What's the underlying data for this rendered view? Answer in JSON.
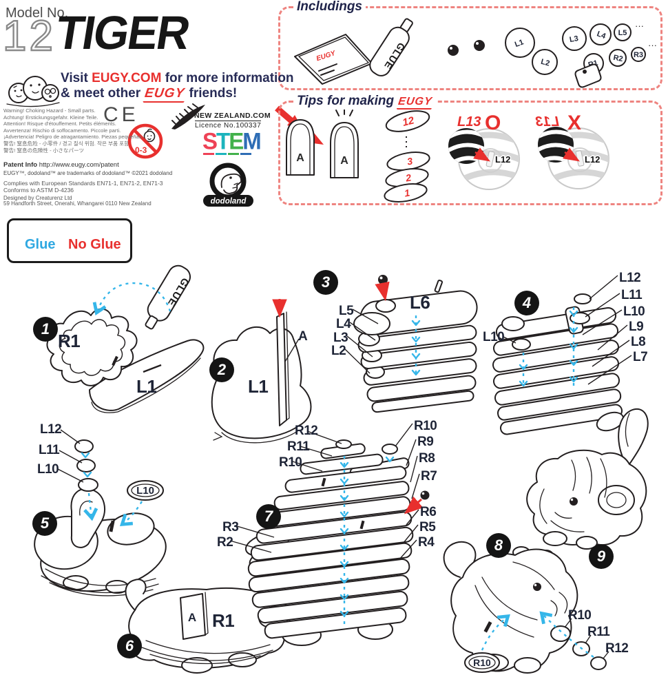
{
  "colors": {
    "red": "#e8302e",
    "blue": "#35b6e9",
    "ink": "#231f20",
    "label_ink": "#1e2436",
    "box_dash": "#ee8480"
  },
  "header": {
    "model_label": "Model No.",
    "model_no": "12",
    "title": "TIGER",
    "visit": {
      "pre": "Visit ",
      "site": "EUGY.COM",
      "post": " for more information",
      "line2_pre": "& meet other ",
      "brand": "EUGY",
      "line2_post": " friends!"
    }
  },
  "compliance": {
    "warnings": [
      "Warning! Choking Hazard - Small parts.",
      "Achtung! Erstickungsgefahr. Kleine Teile.",
      "Attention! Risque d'étouffement. Petits éléments.",
      "Avvertenza! Rischio di soffocamento. Piccole parti.",
      "¡Advertencia! Peligro de atragantamiento. Piezas pequeñas.",
      "警告! 窒息危险 - 小零件 / 경고 질식 위험. 작은 부품 포함",
      "警告! 窒息の危険性 - 小さなパーツ"
    ],
    "ce": "CE",
    "age": "0-3",
    "nz_line1": "NEW ZEALAND.COM",
    "nz_line2": "Licence No.100337",
    "stem": [
      "S",
      "T",
      "E",
      "M"
    ],
    "dodoland": "dodoland",
    "patent_label": "Patent Info ",
    "patent_url": "http://www.eugy.com/patent",
    "trademark": "EUGY™, dodoland™ are trademarks of dodoland™ ©2021 dodoland",
    "standards1": "Complies with European Standards EN71-1, EN71-2, EN71-3",
    "standards2": "Conforms to ASTM D-4236",
    "designed1": "Designed by Creaturenz Ltd",
    "designed2": "59 Handforth Street, Onerahi, Whangarei 0110 New Zealand"
  },
  "includings": {
    "title": "Includings",
    "glue": "GLUE",
    "sheet_brand": "EUGY",
    "disc_labels": [
      "L1",
      "L2",
      "L3",
      "L4",
      "L5",
      "R1",
      "R2",
      "R3"
    ],
    "more": "···"
  },
  "tips": {
    "title": "Tips for making",
    "brand": "EUGY",
    "tab": "A",
    "stack_top": "12",
    "stack": [
      "3",
      "2",
      "1"
    ],
    "ok": {
      "part": "L13",
      "mark": "O",
      "inner": "L12"
    },
    "ng": {
      "part": "L13",
      "mark": "X",
      "inner": "L12"
    }
  },
  "legend": {
    "glue": "Glue",
    "no_glue": "No Glue"
  },
  "steps": {
    "s1": {
      "num": "1",
      "r1": "R1",
      "l1": "L1",
      "glue": "GLUE"
    },
    "s2": {
      "num": "2",
      "l1": "L1",
      "a": "A"
    },
    "s3": {
      "num": "3",
      "l6": "L6",
      "left": [
        "L5",
        "L4",
        "L3",
        "L2"
      ]
    },
    "s4": {
      "num": "4",
      "right": [
        "L12",
        "L11",
        "L10",
        "L9",
        "L8",
        "L7"
      ],
      "left": "L10"
    },
    "s5": {
      "num": "5",
      "left": [
        "L12",
        "L11",
        "L10"
      ],
      "oval": "L10"
    },
    "s6": {
      "num": "6",
      "a": "A",
      "r1": "R1"
    },
    "s7": {
      "num": "7",
      "left_top": [
        "R12",
        "R11",
        "R10"
      ],
      "left_low": [
        "R3",
        "R2"
      ],
      "right": [
        "R10",
        "R9",
        "R8",
        "R7",
        "R6",
        "R5",
        "R4"
      ]
    },
    "s8": {
      "num": "8",
      "chain": [
        "R10",
        "R11",
        "R12"
      ],
      "oval": "R10"
    },
    "s9": {
      "num": "9"
    }
  }
}
